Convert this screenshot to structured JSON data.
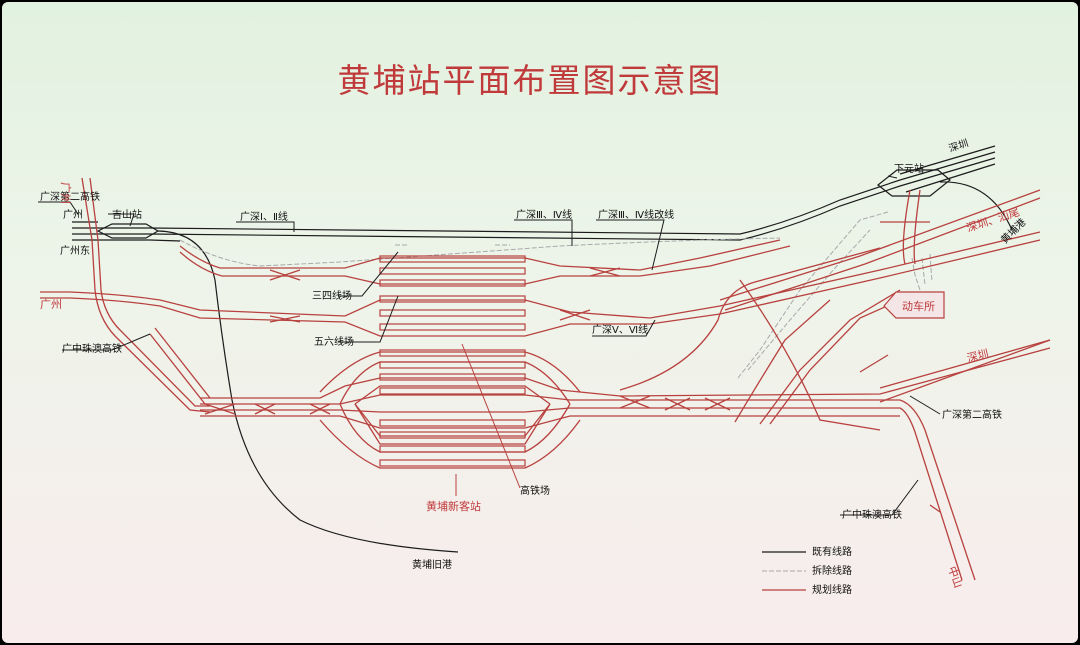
{
  "title": "黄埔站平面布置图示意图",
  "labels": {
    "gz_shen_2nd_hsr_left": "广深第二高铁",
    "guangzhou_left_top": "广州",
    "guangzhou_east": "广州东",
    "guangzhou_red_top": "广州",
    "guangzhou_red_left": "广州",
    "jishan_station": "吉山站",
    "gz_shen_1_2": "广深Ⅰ、Ⅱ线",
    "gz_shen_3_4": "广深Ⅲ、Ⅳ线",
    "gz_shen_3_4_improve": "广深Ⅲ、Ⅳ线改线",
    "xiayuan_station": "下元站",
    "shenzhen_top": "深圳",
    "huangpu_port_right": "黄埔港",
    "shenzhen_shantou": "深圳、汕尾",
    "emu_depot": "动车所",
    "line_yard_34": "三四线场",
    "line_yard_56": "五六线场",
    "gz_shen_5_6": "广深Ⅴ、Ⅵ线",
    "gz_zhuhai_macau_hsr_left": "广中珠澳高铁",
    "shenzhen_right": "深圳",
    "gz_shen_2nd_hsr_right": "广深第二高铁",
    "gz_zhuhai_macau_hsr_right": "广中珠澳高铁",
    "huangpu_new_station": "黄埔新客站",
    "hsr_yard": "高铁场",
    "huangpu_old_line": "黄埔旧港",
    "zhongshan_bottom": "中山"
  },
  "legend": [
    {
      "label": "既有线路",
      "color": "#1c1c1c"
    },
    {
      "label": "拆除线路",
      "color": "#a9a9a9"
    },
    {
      "label": "规划线路",
      "color": "#b8413f"
    }
  ]
}
